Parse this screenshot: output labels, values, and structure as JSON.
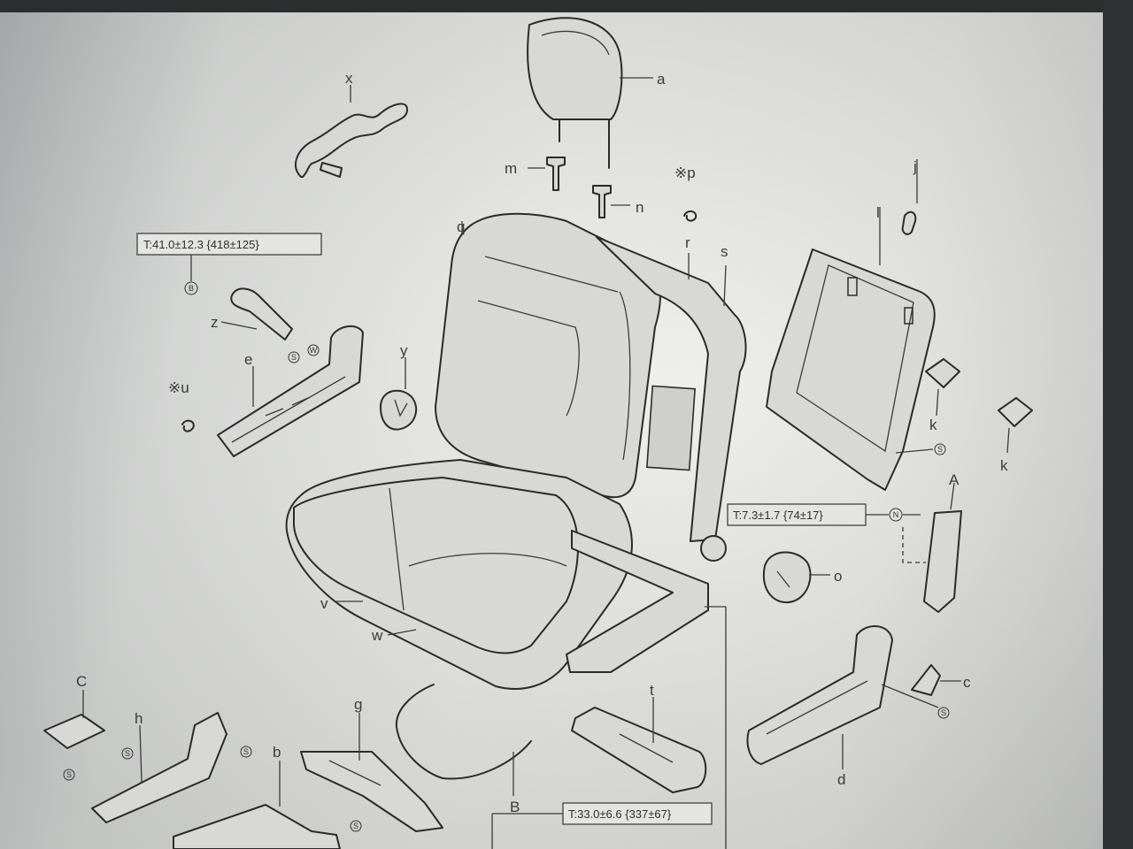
{
  "callouts": {
    "a": "a",
    "b": "b",
    "c": "c",
    "d": "d",
    "e": "e",
    "g": "g",
    "h": "h",
    "j": "j",
    "k1": "k",
    "k2": "k",
    "l": "l",
    "m": "m",
    "n": "n",
    "o": "o",
    "p": "※p",
    "q": "q",
    "r": "r",
    "s": "s",
    "t": "t",
    "u": "※u",
    "v": "v",
    "w": "w",
    "x": "x",
    "y": "y",
    "z": "z",
    "A": "A",
    "B": "B",
    "C": "C"
  },
  "torque_specs": {
    "t1": "T:41.0±12.3 {418±125}",
    "t2": "T:7.3±1.7 {74±17}",
    "t3": "T:33.0±6.6 {337±67}"
  },
  "symbols": {
    "s": "S",
    "w": "W",
    "b": "B",
    "n": "N"
  }
}
